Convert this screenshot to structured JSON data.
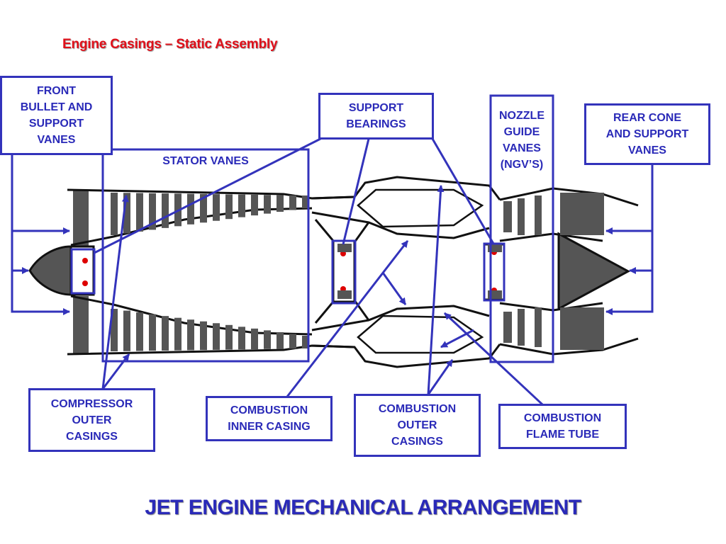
{
  "header": {
    "title": "Engine Casings – Static Assembly"
  },
  "footer": {
    "title": "JET ENGINE MECHANICAL ARRANGEMENT"
  },
  "labels": {
    "front_bullet": "FRONT\nBULLET AND\nSUPPORT\nVANES",
    "stator_vanes": "STATOR VANES",
    "support_bearings": "SUPPORT\nBEARINGS",
    "nozzle_guide_vanes": "NOZZLE\nGUIDE\nVANES\n(NGV’S)",
    "rear_cone": "REAR CONE\nAND SUPPORT\nVANES",
    "compressor_outer_casings": "COMPRESSOR\nOUTER\nCASINGS",
    "combustion_inner_casing": "COMBUSTION\nINNER CASING",
    "combustion_outer_casings": "COMBUSTION\nOUTER\nCASINGS",
    "combustion_flame_tube": "COMBUSTION\nFLAME TUBE"
  },
  "colors": {
    "title": "#e0101a",
    "label": "#2a2ab8",
    "outline": "#3333bb",
    "engine": "#111111",
    "vane": "#555555",
    "bearing_dot": "#dd0000"
  }
}
